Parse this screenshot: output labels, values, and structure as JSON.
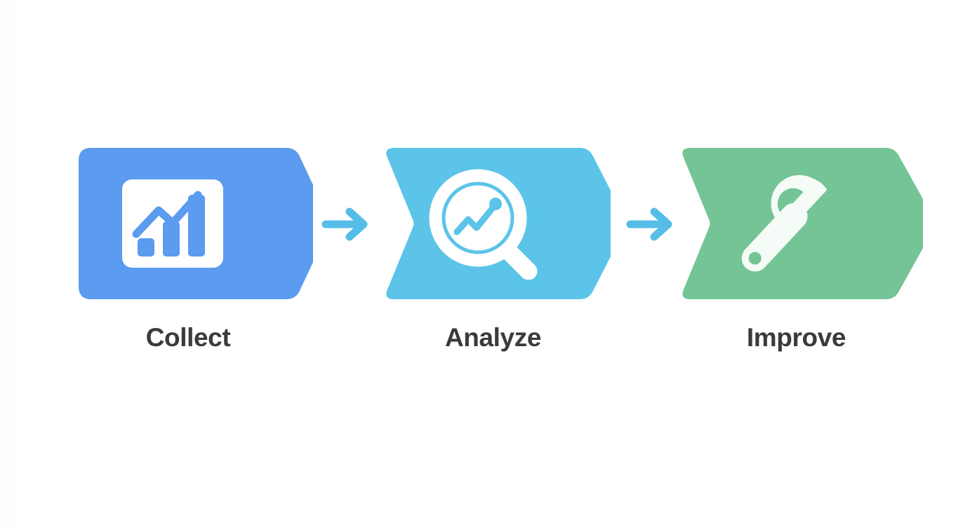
{
  "diagram": {
    "title": "Collect Analyze Improve process flow",
    "background_color": "#ffffff",
    "label_color": "#3b3a3c",
    "arrow_color": "#56bde8",
    "steps": [
      {
        "label": "Collect",
        "color": "#5b9bf0",
        "icon": "bar-chart-icon",
        "icon_color": "#ffffff",
        "shape": "chevron-flat-left"
      },
      {
        "label": "Analyze",
        "color": "#5bc4e8",
        "icon": "magnifier-chart-icon",
        "icon_color": "#ffffff",
        "shape": "chevron-notched-left"
      },
      {
        "label": "Improve",
        "color": "#74c495",
        "icon": "wrench-icon",
        "icon_color": "#f5fbf7",
        "shape": "chevron-notched-left"
      }
    ],
    "connectors": [
      {
        "name": "arrow-collect-to-analyze",
        "glyph": "arrow-right-icon",
        "color": "#56bde8"
      },
      {
        "name": "arrow-analyze-to-improve",
        "glyph": "arrow-right-icon",
        "color": "#56bde8"
      }
    ]
  }
}
